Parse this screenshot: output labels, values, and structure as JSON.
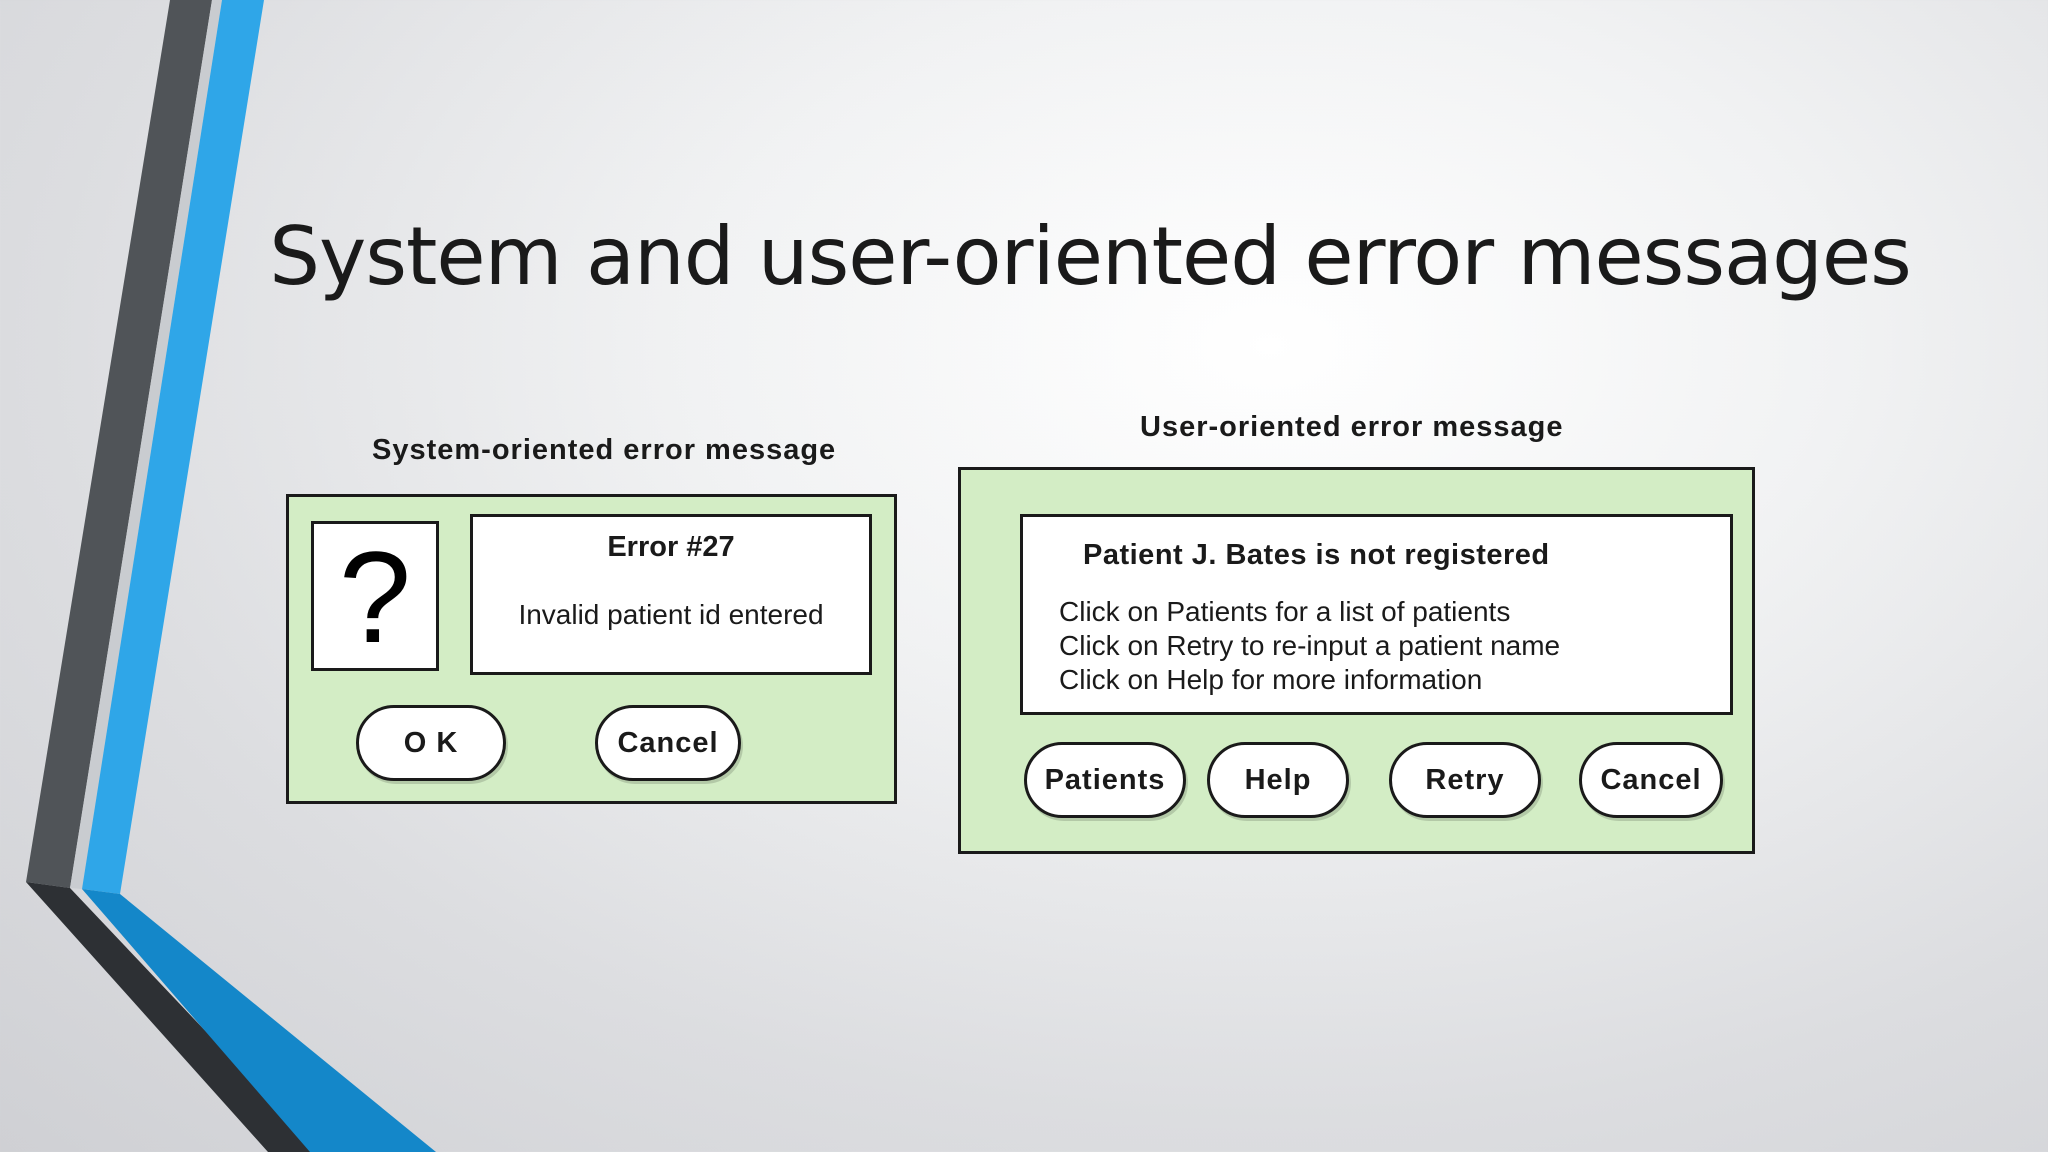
{
  "slide": {
    "title": "System and user-oriented error messages"
  },
  "system_panel": {
    "caption": "System-oriented error message",
    "icon_glyph": "?",
    "error_title": "Error #27",
    "error_body": "Invalid patient id entered",
    "buttons": {
      "ok": "O K",
      "cancel": "Cancel"
    }
  },
  "user_panel": {
    "caption": "User-oriented error message",
    "message_title": "Patient J. Bates is not registered",
    "lines": [
      "Click on Patients for a list of patients",
      "Click on Retry to re-input a patient name",
      "Click on Help for more information"
    ],
    "buttons": {
      "patients": "Patients",
      "help": "Help",
      "retry": "Retry",
      "cancel": "Cancel"
    }
  },
  "colors": {
    "panel_fill": "#d3edc5",
    "accent_blue": "#2fa6e8",
    "dark_blue": "#1487c9",
    "dark_gray": "#505458",
    "charcoal": "#2d3034"
  }
}
